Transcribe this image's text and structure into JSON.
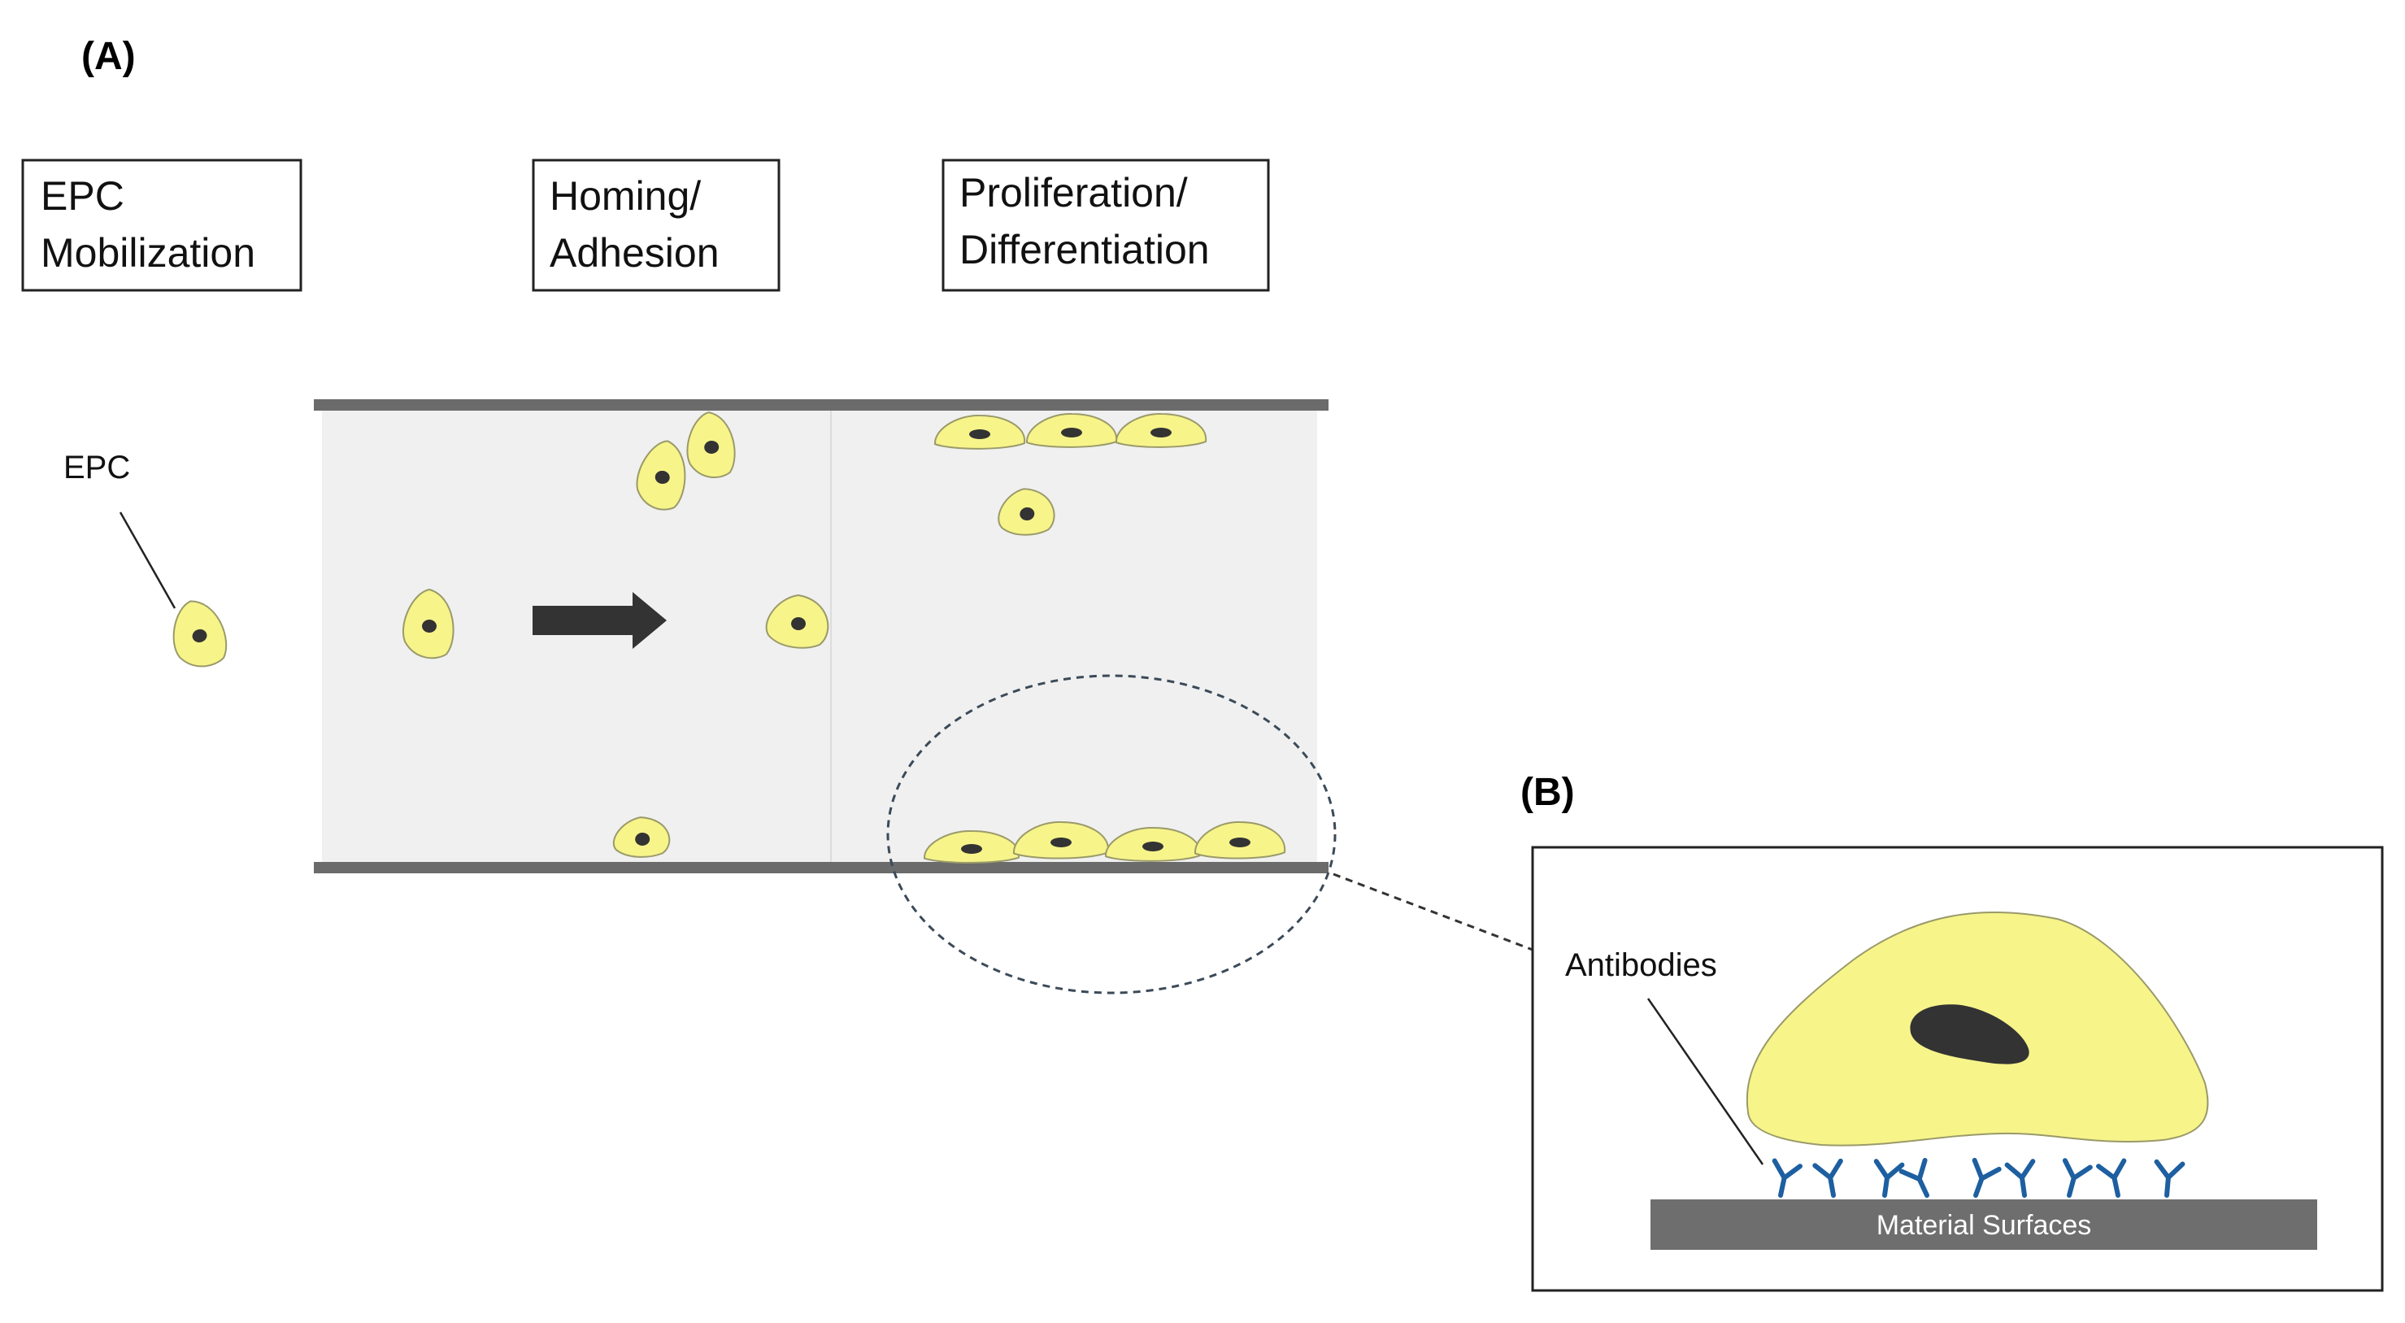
{
  "panels": {
    "a_label": "(A)",
    "b_label": "(B)"
  },
  "stages": [
    {
      "line1": "EPC",
      "line2": "Mobilization"
    },
    {
      "line1": "Homing/",
      "line2": "Adhesion"
    },
    {
      "line1": "Proliferation/",
      "line2": "Differentiation"
    }
  ],
  "labels": {
    "epc": "EPC",
    "antibodies": "Antibodies",
    "material_surfaces": "Material Surfaces"
  },
  "colors": {
    "cell_fill": "#f7f48a",
    "cell_stroke": "#9a9a6a",
    "nucleus": "#333333",
    "vessel_wall": "#6b6b6b",
    "lumen": "#f0f0f0",
    "antibody": "#1d5fa0",
    "surface": "#6e6e6e"
  }
}
